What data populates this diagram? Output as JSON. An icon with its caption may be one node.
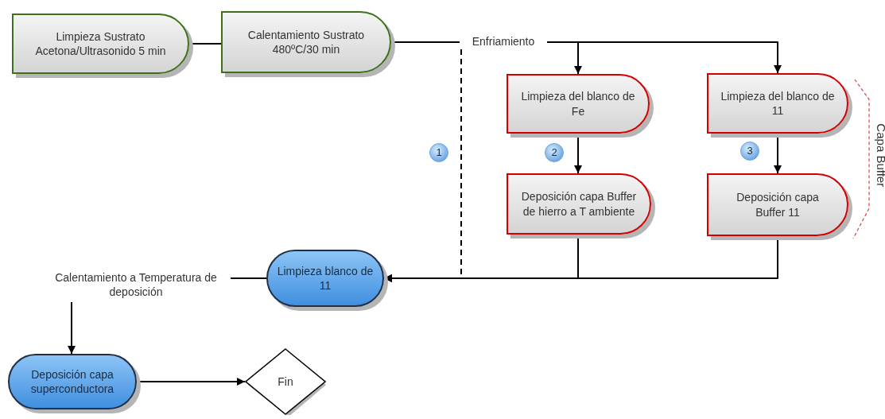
{
  "diagram": {
    "nodes": [
      {
        "text": [
          "Limpieza Sustrato Acetona/Ultrasonido 5 min"
        ]
      },
      {
        "text": [
          "Calentamiento Sustrato 480ºC/30 min"
        ]
      },
      {
        "text": [
          "Enfriamiento"
        ]
      },
      {
        "text": [
          "Limpieza del blanco de Fe"
        ]
      },
      {
        "text": [
          "Deposición capa Buffer de hierro a T ambiente"
        ]
      },
      {
        "text": [
          "Limpieza del blanco de 11"
        ]
      },
      {
        "text": [
          "Deposición capa Buffer  11"
        ]
      },
      {
        "text": [
          "Limpieza blanco de 11"
        ]
      },
      {
        "text": [
          "Calentamiento a Temperatura de deposición"
        ]
      },
      {
        "text": [
          "Deposición capa superconductora"
        ]
      },
      {
        "text": [
          "Fin"
        ]
      }
    ],
    "edges": [
      {
        "from": 0,
        "to": 1,
        "arrow": "none"
      },
      {
        "from": 1,
        "to": 2,
        "arrow": "none"
      },
      {
        "from": 2,
        "to": 3,
        "arrow": "to"
      },
      {
        "from": 2,
        "to": 5,
        "arrow": "to"
      },
      {
        "from": 2,
        "to": 7,
        "arrow": "to",
        "style": "dashed"
      },
      {
        "from": 3,
        "to": 4,
        "arrow": "to"
      },
      {
        "from": 4,
        "to": 7,
        "arrow": "to"
      },
      {
        "from": 5,
        "to": 6,
        "arrow": "to"
      },
      {
        "from": 6,
        "to": 7,
        "arrow": "to"
      },
      {
        "from": 7,
        "to": 8,
        "arrow": "none"
      },
      {
        "from": 8,
        "to": 9,
        "arrow": "to"
      },
      {
        "from": 9,
        "to": 10,
        "arrow": "to"
      }
    ],
    "labels": [
      "1",
      "2",
      "3",
      "Capa Buffer"
    ]
  }
}
